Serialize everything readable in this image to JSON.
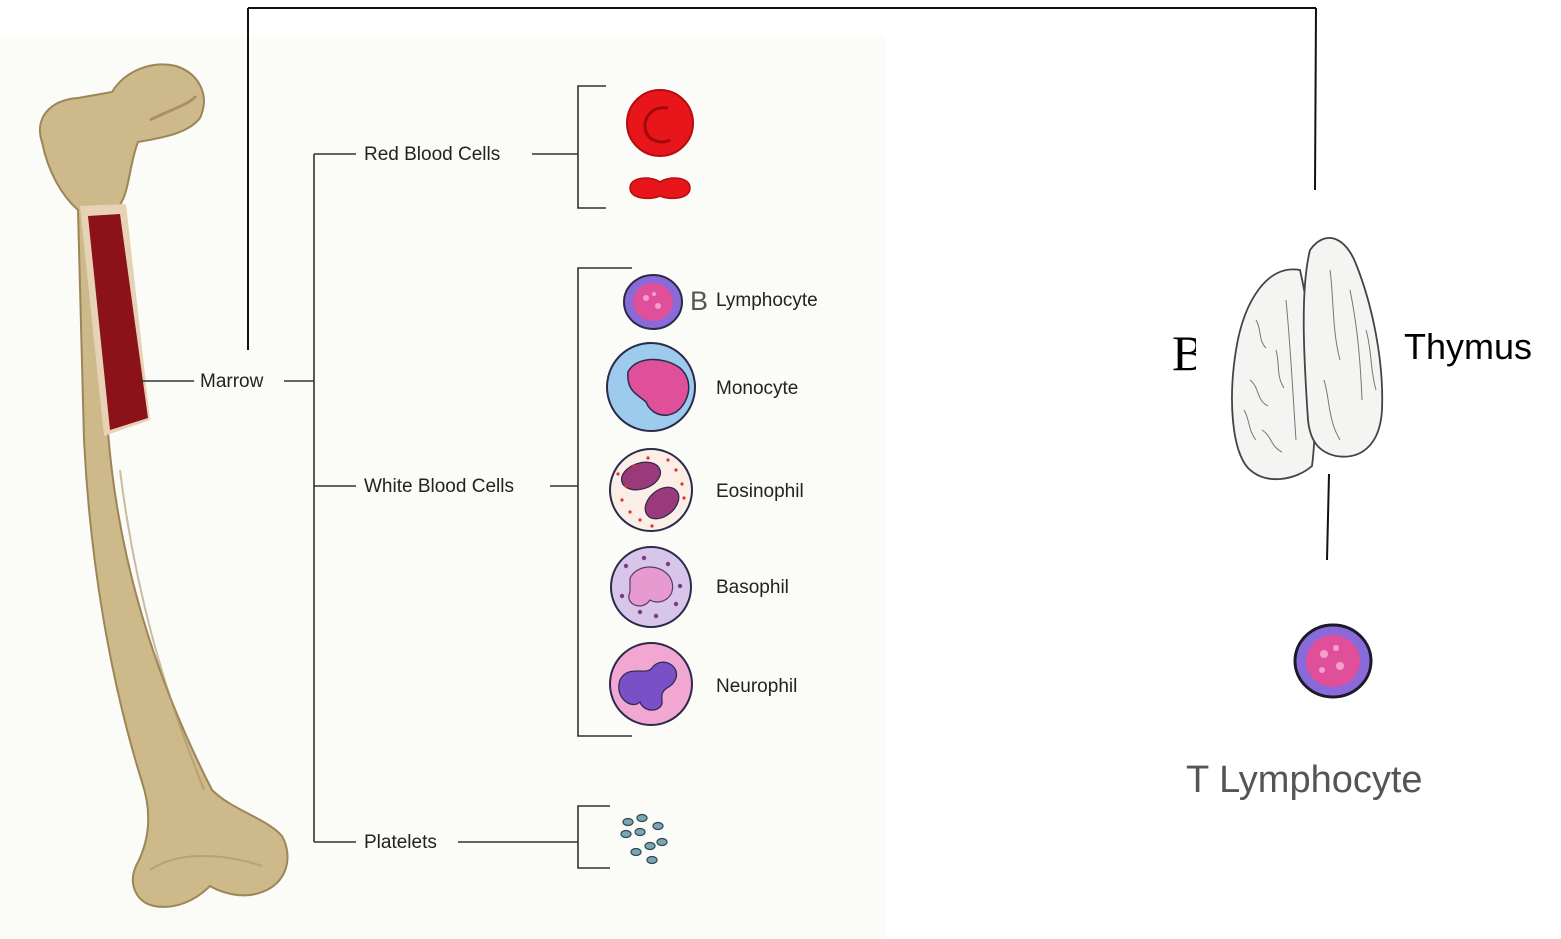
{
  "labels": {
    "marrow": "Marrow",
    "red_blood_cells": "Red Blood Cells",
    "white_blood_cells": "White Blood Cells",
    "platelets": "Platelets",
    "b_letter": "B",
    "lymphocyte": "Lymphocyte",
    "monocyte": "Monocyte",
    "eosinophil": "Eosinophil",
    "basophil": "Basophil",
    "neurophil": "Neurophil",
    "thymus": "Thymus",
    "t_lymphocyte": "T Lymphocyte",
    "partial_glyph": "B"
  },
  "colors": {
    "bone": "#cdb98a",
    "bone_dark": "#a89264",
    "marrow": "#8a1218",
    "rbc": "#e8161a",
    "lymph_outer": "#8a6ad8",
    "lymph_nucleus": "#e0509a",
    "mono_cyto": "#9ccbee",
    "eos_cyto": "#fbeee6",
    "eos_nucleus": "#9a3a7a",
    "baso_cyto": "#d8c6ea",
    "neuro_cyto": "#f2a6d2",
    "neuro_nucleus": "#7a50c8",
    "platelet": "#5e8a9a",
    "line": "#333333"
  }
}
